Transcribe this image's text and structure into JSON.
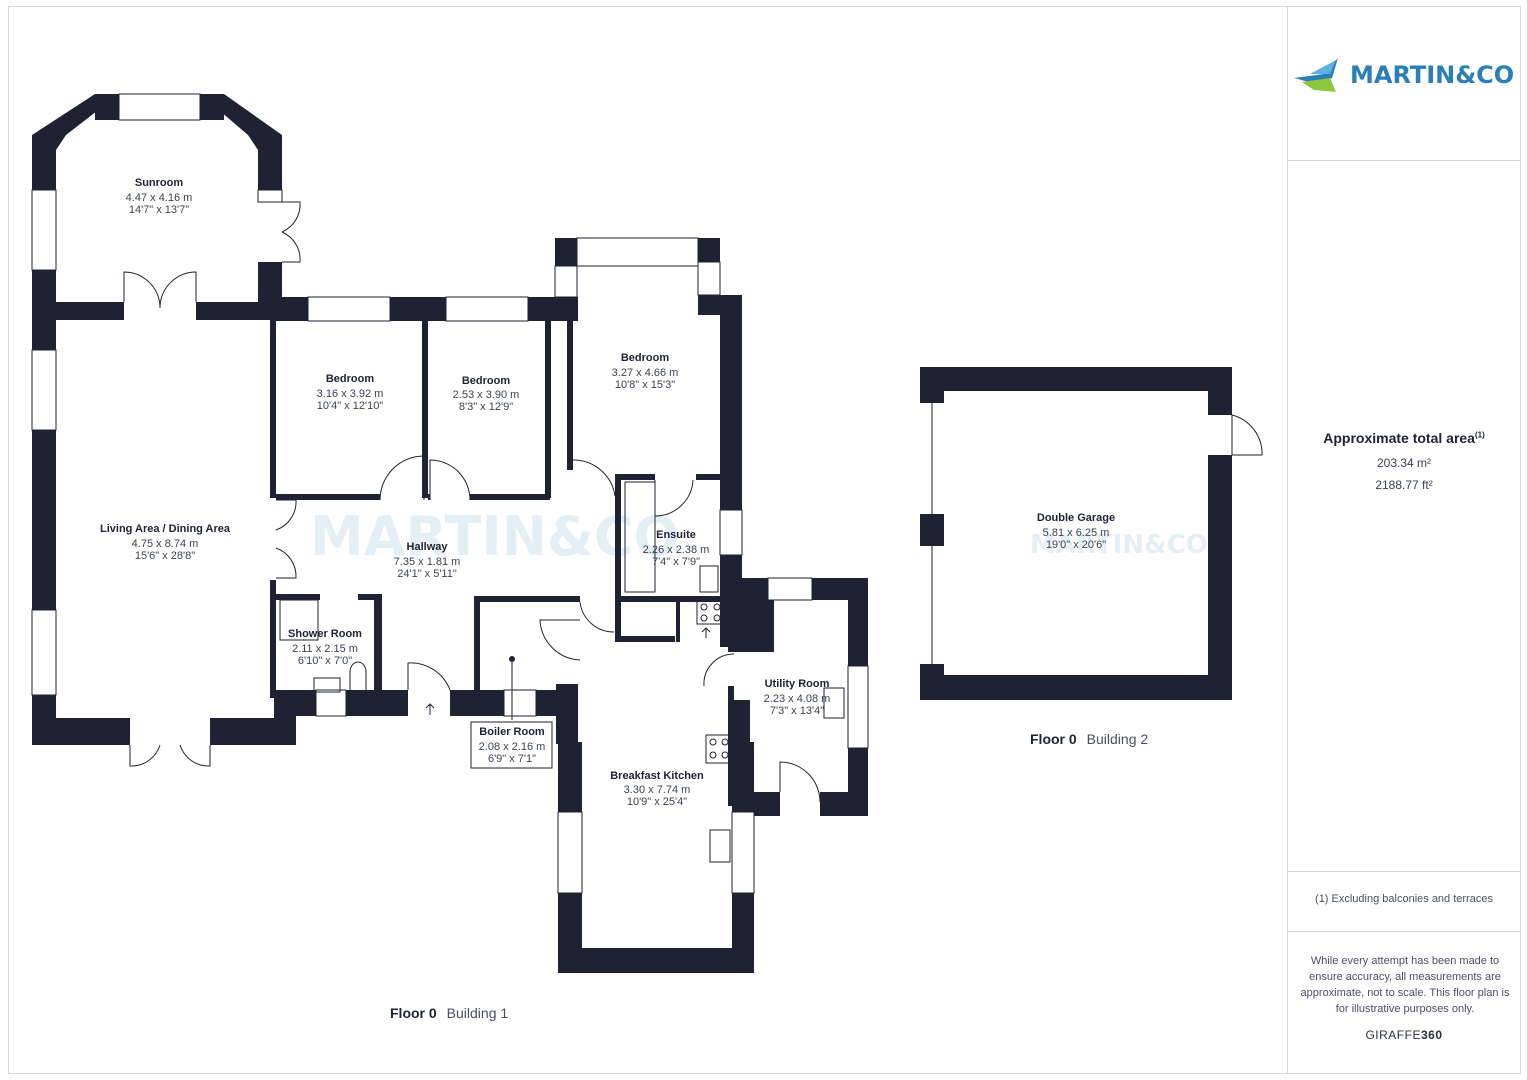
{
  "rooms": {
    "sunroom": {
      "name": "Sunroom",
      "metric": "4.47 x 4.16 m",
      "imperial": "14'7\" x 13'7\""
    },
    "living": {
      "name": "Living Area / Dining Area",
      "metric": "4.75 x 8.74 m",
      "imperial": "15'6\" x 28'8\""
    },
    "bedroom1": {
      "name": "Bedroom",
      "metric": "3.16 x 3.92 m",
      "imperial": "10'4\" x 12'10\""
    },
    "bedroom2": {
      "name": "Bedroom",
      "metric": "2.53 x 3.90 m",
      "imperial": "8'3\" x 12'9\""
    },
    "bedroom3": {
      "name": "Bedroom",
      "metric": "3.27 x 4.66 m",
      "imperial": "10'8\" x 15'3\""
    },
    "hallway": {
      "name": "Hallway",
      "metric": "7.35 x 1.81 m",
      "imperial": "24'1\" x 5'11\""
    },
    "ensuite": {
      "name": "Ensuite",
      "metric": "2.26 x 2.38 m",
      "imperial": "7'4\" x 7'9\""
    },
    "shower": {
      "name": "Shower Room",
      "metric": "2.11 x 2.15 m",
      "imperial": "6'10\" x 7'0\""
    },
    "boiler": {
      "name": "Boiler Room",
      "metric": "2.08 x 2.16 m",
      "imperial": "6'9\" x 7'1\""
    },
    "utility": {
      "name": "Utility Room",
      "metric": "2.23 x 4.08 m",
      "imperial": "7'3\" x 13'4\""
    },
    "kitchen": {
      "name": "Breakfast Kitchen",
      "metric": "3.30 x 7.74 m",
      "imperial": "10'9\" x 25'4\""
    },
    "garage": {
      "name": "Double Garage",
      "metric": "5.81 x 6.25 m",
      "imperial": "19'0\" x 20'6\""
    }
  },
  "floors": {
    "b1": {
      "floor": "Floor 0",
      "building": "Building 1"
    },
    "b2": {
      "floor": "Floor 0",
      "building": "Building 2"
    }
  },
  "sidebar": {
    "logo_text": "MARTIN&CO",
    "area_title": "Approximate total area",
    "area_note_marker": "(1)",
    "area_m2": "203.34 m²",
    "area_ft2": "2188.77 ft²",
    "footnote": "(1) Excluding balconies and terraces",
    "disclaimer": "While every attempt has been made to ensure accuracy, all measurements are approximate, not to scale. This floor plan is for illustrative purposes only.",
    "brand_light": "GIRAFFE",
    "brand_bold": "360"
  },
  "watermark": "MARTIN&CO",
  "colors": {
    "wall": "#1e2233",
    "window": "#ffffff",
    "accent": "#2a7fb6",
    "logo_green": "#8cc63f"
  }
}
